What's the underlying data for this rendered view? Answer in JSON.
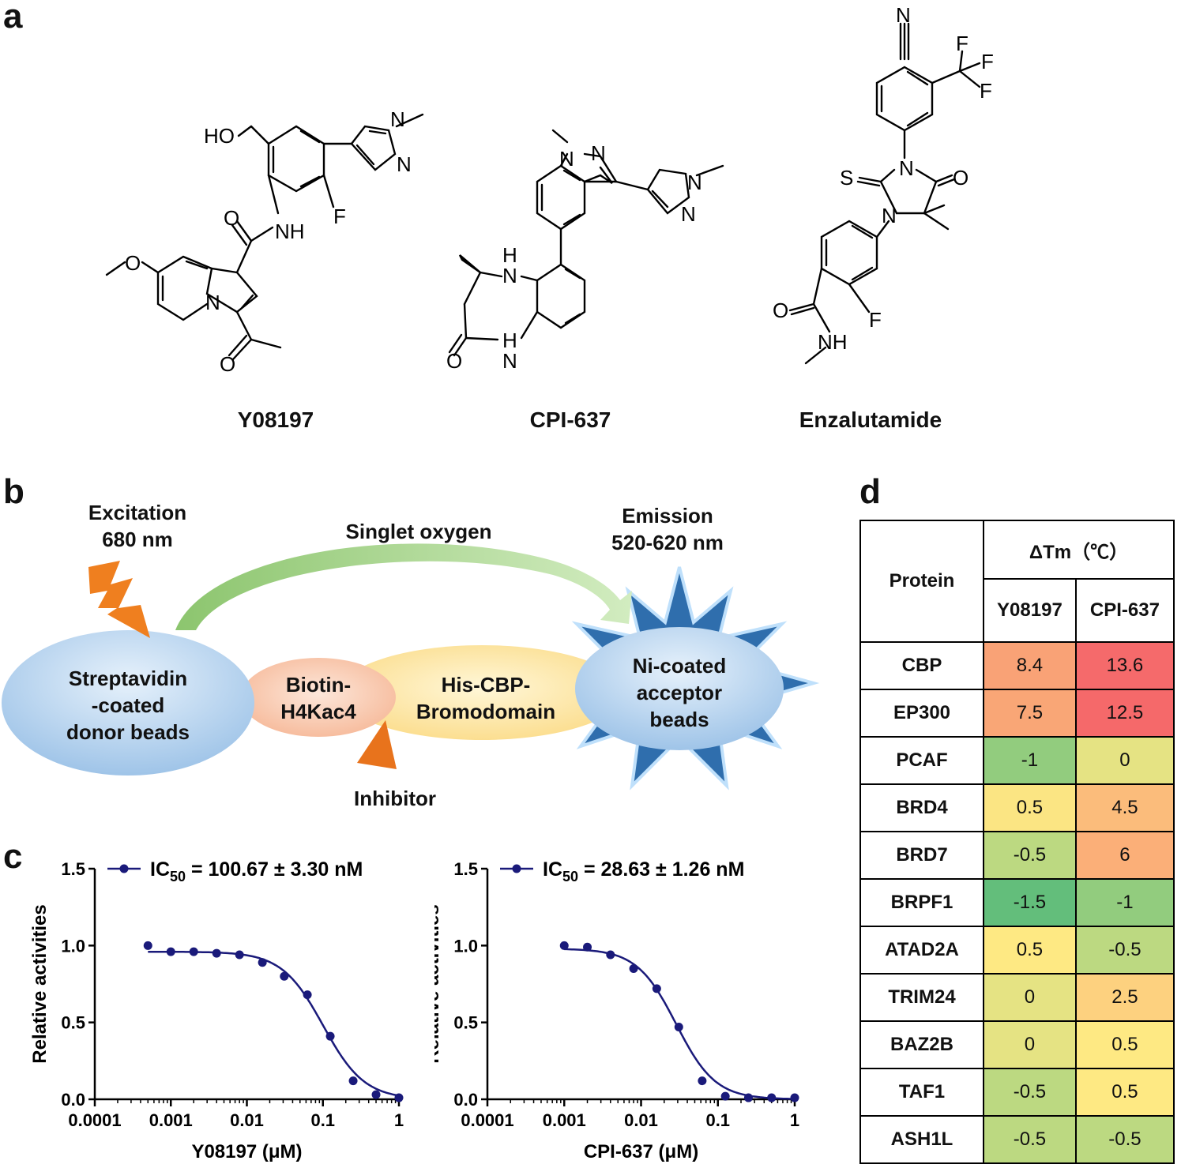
{
  "panels": {
    "a": "a",
    "b": "b",
    "c": "c",
    "d": "d"
  },
  "panel_a": {
    "compounds": [
      "Y08197",
      "CPI-637",
      "Enzalutamide"
    ],
    "atoms": {
      "y": [
        "HO",
        "N",
        "N",
        "O",
        "NH",
        "F",
        "O",
        "N",
        "O"
      ],
      "cpi": [
        "N",
        "N",
        "N",
        "N",
        "H",
        "N",
        "H",
        "N",
        "O"
      ],
      "enz": [
        "N",
        "F",
        "F",
        "F",
        "N",
        "S",
        "O",
        "N",
        "O",
        "NH",
        "F"
      ]
    }
  },
  "panel_b": {
    "excitation": [
      "Excitation",
      "680 nm"
    ],
    "singlet": "Singlet oxygen",
    "emission": [
      "Emission",
      "520-620 nm"
    ],
    "donor": [
      "Streptavidin",
      "-coated",
      "donor beads"
    ],
    "biotin": [
      "Biotin-",
      "H4Kac4"
    ],
    "his": [
      "His-CBP-",
      "Bromodomain"
    ],
    "acceptor": [
      "Ni-coated",
      "acceptor",
      "beads"
    ],
    "inhibitor": "Inhibitor"
  },
  "chart_data": [
    {
      "type": "scatter",
      "legend": "IC50 = 100.67 ± 3.30 nM",
      "legend_parts": {
        "pre": "IC",
        "sub": "50",
        "post": " = 100.67 ± 3.30 nM"
      },
      "xlabel": "Y08197 (μM)",
      "ylabel": "Relative activities",
      "xscale": "log",
      "xlim": [
        0.0001,
        1
      ],
      "ylim": [
        0,
        1.5
      ],
      "xticks": [
        "0.0001",
        "0.001",
        "0.01",
        "0.1",
        "1"
      ],
      "yticks": [
        "0.0",
        "0.5",
        "1.0",
        "1.5"
      ],
      "x": [
        0.0005,
        0.001,
        0.002,
        0.004,
        0.008,
        0.016,
        0.031,
        0.0625,
        0.125,
        0.25,
        0.5,
        1
      ],
      "y": [
        1.0,
        0.96,
        0.96,
        0.95,
        0.94,
        0.89,
        0.8,
        0.68,
        0.41,
        0.12,
        0.03,
        0.01
      ],
      "fit": {
        "top": 0.96,
        "bottom": 0.0,
        "ic50": 0.1007,
        "hill": 1.6
      }
    },
    {
      "type": "scatter",
      "legend": "IC50 = 28.63 ± 1.26 nM",
      "legend_parts": {
        "pre": "IC",
        "sub": "50",
        "post": " = 28.63 ± 1.26 nM"
      },
      "xlabel": "CPI-637 (μM)",
      "ylabel": "Relative activities",
      "xscale": "log",
      "xlim": [
        0.0001,
        1
      ],
      "ylim": [
        0,
        1.5
      ],
      "xticks": [
        "0.0001",
        "0.001",
        "0.01",
        "0.1",
        "1"
      ],
      "yticks": [
        "0.0",
        "0.5",
        "1.0",
        "1.5"
      ],
      "x": [
        0.001,
        0.002,
        0.004,
        0.008,
        0.016,
        0.031,
        0.0625,
        0.125,
        0.25,
        0.5,
        1
      ],
      "y": [
        1.0,
        0.99,
        0.94,
        0.85,
        0.72,
        0.47,
        0.12,
        0.02,
        0.01,
        0.01,
        0.01
      ],
      "fit": {
        "top": 0.98,
        "bottom": 0.0,
        "ic50": 0.0286,
        "hill": 1.7
      }
    }
  ],
  "panel_d": {
    "header": {
      "protein": "Protein",
      "dtm": "ΔTm（℃）",
      "col1": "Y08197",
      "col2": "CPI-637"
    },
    "rows": [
      {
        "protein": "CBP",
        "y": "8.4",
        "c": "13.6",
        "y_color": "#f9a276",
        "c_color": "#f56a6b"
      },
      {
        "protein": "EP300",
        "y": "7.5",
        "c": "12.5",
        "y_color": "#f9a676",
        "c_color": "#f5696a"
      },
      {
        "protein": "PCAF",
        "y": "-1",
        "c": "0",
        "y_color": "#92cc7e",
        "c_color": "#e5e383"
      },
      {
        "protein": "BRD4",
        "y": "0.5",
        "c": "4.5",
        "y_color": "#fbe583",
        "c_color": "#fbbc7b"
      },
      {
        "protein": "BRD7",
        "y": "-0.5",
        "c": "6",
        "y_color": "#bcd981",
        "c_color": "#fbaf78"
      },
      {
        "protein": "BRPF1",
        "y": "-1.5",
        "c": "-1",
        "y_color": "#63be7b",
        "c_color": "#92cc7e"
      },
      {
        "protein": "ATAD2A",
        "y": "0.5",
        "c": "-0.5",
        "y_color": "#fee983",
        "c_color": "#bcd981"
      },
      {
        "protein": "TRIM24",
        "y": "0",
        "c": "2.5",
        "y_color": "#e5e383",
        "c_color": "#fdd17f"
      },
      {
        "protein": "BAZ2B",
        "y": "0",
        "c": "0.5",
        "y_color": "#e5e383",
        "c_color": "#fee983"
      },
      {
        "protein": "TAF1",
        "y": "-0.5",
        "c": "0.5",
        "y_color": "#bcd981",
        "c_color": "#fee983"
      },
      {
        "protein": "ASH1L",
        "y": "-0.5",
        "c": "-0.5",
        "y_color": "#bcd981",
        "c_color": "#bcd981"
      }
    ]
  },
  "colors": {
    "curve": "#1a1a7a",
    "arrow": "#9fcf7f",
    "bolt": "#f07e1e",
    "inhibitor": "#e8731c",
    "starburst": "#2e6fae"
  }
}
